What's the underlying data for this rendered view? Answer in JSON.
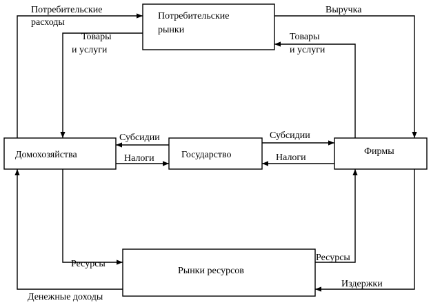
{
  "nodes": {
    "consumer_markets": [
      "Потребительские",
      "рынки"
    ],
    "households": "Домохозяйства",
    "government": "Государство",
    "firms": "Фирмы",
    "resource_markets": "Рынки ресурсов"
  },
  "flows": {
    "consumer_spending": [
      "Потребительские",
      "расходы"
    ],
    "goods_left": [
      "Товары",
      "и услуги"
    ],
    "revenue": "Выручка",
    "goods_right": [
      "Товары",
      "и услуги"
    ],
    "subsidies_left": "Субсидии",
    "taxes_left": "Налоги",
    "subsidies_right": "Субсидии",
    "taxes_right": "Налоги",
    "resources_left": "Ресурсы",
    "resources_right": "Ресурсы",
    "money_income": "Денежные доходы",
    "costs": "Издержки"
  }
}
